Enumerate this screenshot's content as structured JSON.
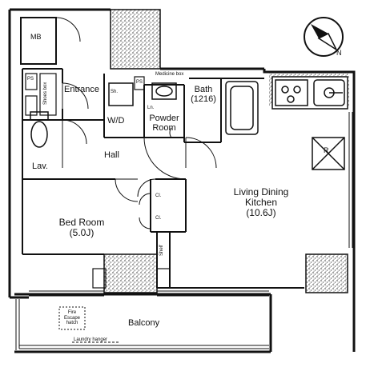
{
  "rooms": {
    "bed_room": {
      "name": "Bed Room",
      "size": "(5.0J)"
    },
    "living": {
      "line1": "Living Dining",
      "line2": "Kitchen",
      "size": "(10.6J)"
    },
    "bath": {
      "name": "Bath",
      "size": "(1216)"
    },
    "powder": {
      "line1": "Powder",
      "line2": "Room"
    },
    "hall": "Hall",
    "entrance": "Entrance",
    "lav": "Lav.",
    "wd": "W/D",
    "balcony": "Balcony"
  },
  "fixtures": {
    "medicine_box": "Medicine box",
    "mb_left": "MB",
    "ps_top": "PS",
    "ps_mid": "PS",
    "sh": "Sh.",
    "shoes_box": "Shoes box",
    "cl1": "Cl.",
    "cl2": "Cl.",
    "shelf": "Shelf",
    "ln": "Ln.",
    "fire_escape": "Fire Escape hatch",
    "laundry_hanger": "Laundry hanger",
    "r": "R"
  },
  "compass": {
    "label": "N",
    "icon": "north-arrow-icon"
  },
  "colors": {
    "line": "#111111",
    "hatch": "#2a2a2a",
    "paper": "#ffffff"
  }
}
